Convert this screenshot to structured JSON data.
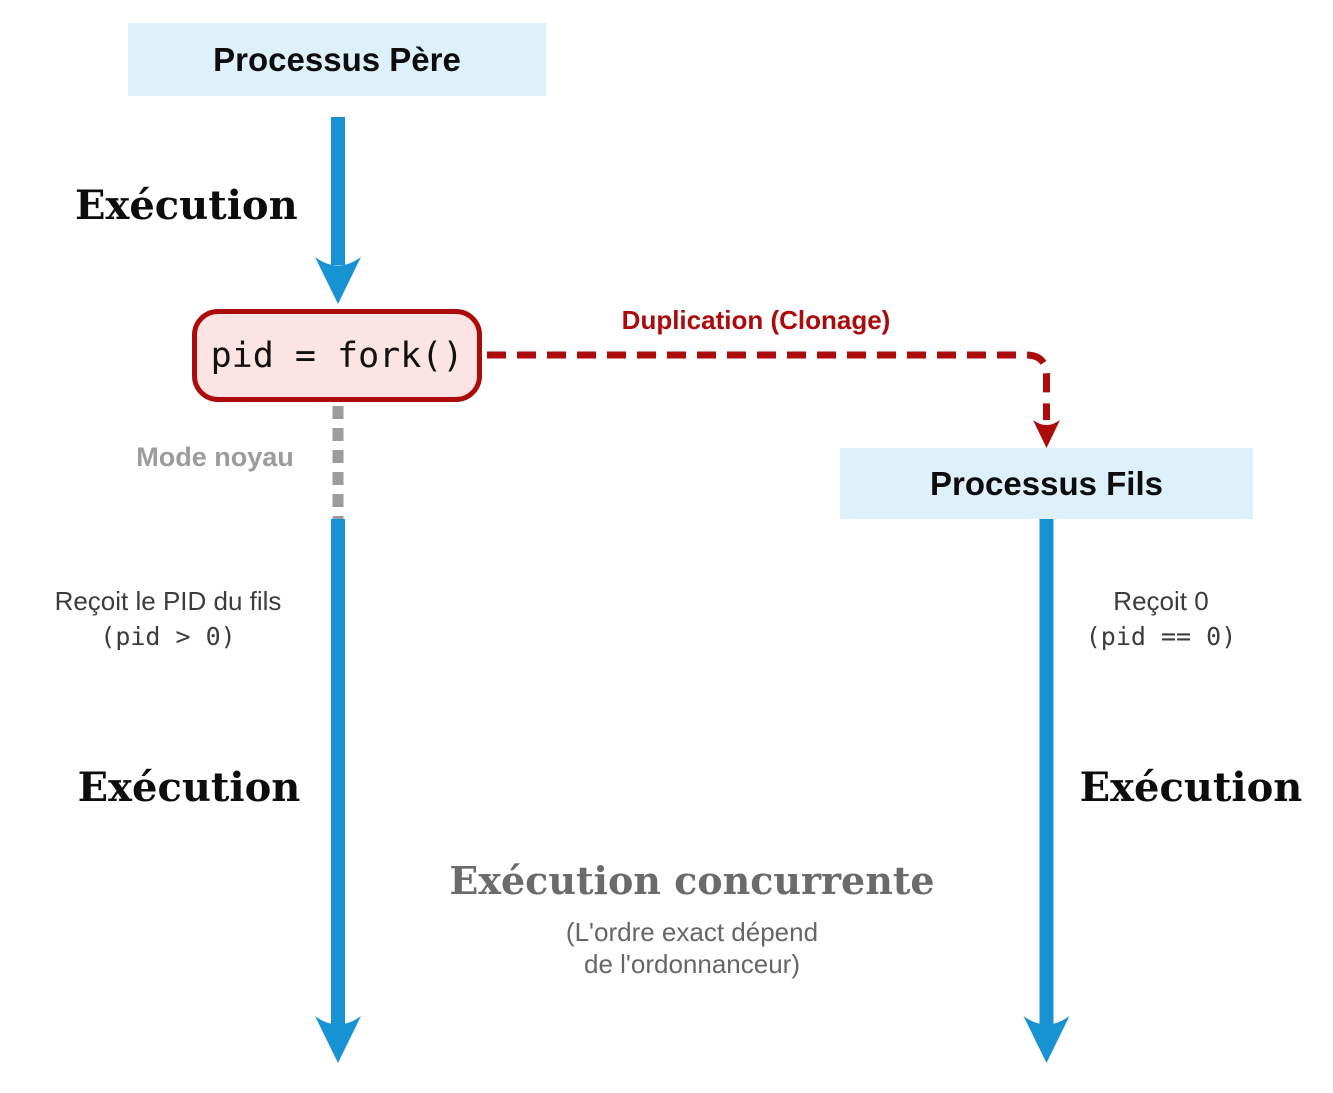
{
  "diagram": {
    "nodes": {
      "parent": {
        "label": "Processus Père"
      },
      "fork": {
        "label": "pid = fork()"
      },
      "child": {
        "label": "Processus Fils"
      }
    },
    "labels": {
      "exec_parent_top": "Exécution",
      "exec_parent_bottom": "Exécution",
      "exec_child": "Exécution",
      "duplication": "Duplication (Clonage)",
      "mode_noyau": "Mode noyau",
      "parent_return": {
        "line1": "Reçoit le PID du fils",
        "line2": "(pid > 0)"
      },
      "child_return": {
        "line1": "Reçoit 0",
        "line2": "(pid == 0)"
      },
      "concurrent": {
        "title": "Exécution concurrente",
        "note_line1": "(L'ordre exact dépend",
        "note_line2": "de l'ordonnanceur)"
      }
    },
    "icons": {
      "parent_exec_arrow_top": "solid-down-arrow",
      "parent_exec_arrow_bottom": "solid-down-arrow",
      "child_exec_arrow": "solid-down-arrow",
      "duplication_arrow": "dashed-elbow-down-arrow",
      "kernel_mode_segment": "gray-dashed-line"
    },
    "colors": {
      "process_box_bg": "#def0fa",
      "execution_arrow_blue": "#1793d3",
      "fork_box_bg": "#fce4e4",
      "fork_accent_red": "#ab0b0b",
      "kernel_dash_gray": "#9c9c9c",
      "concurrent_title_gray": "#6b6b6b",
      "note_gray": "#666666",
      "return_text_gray": "#3c3c3c",
      "text_black": "#0d0d0d"
    }
  }
}
